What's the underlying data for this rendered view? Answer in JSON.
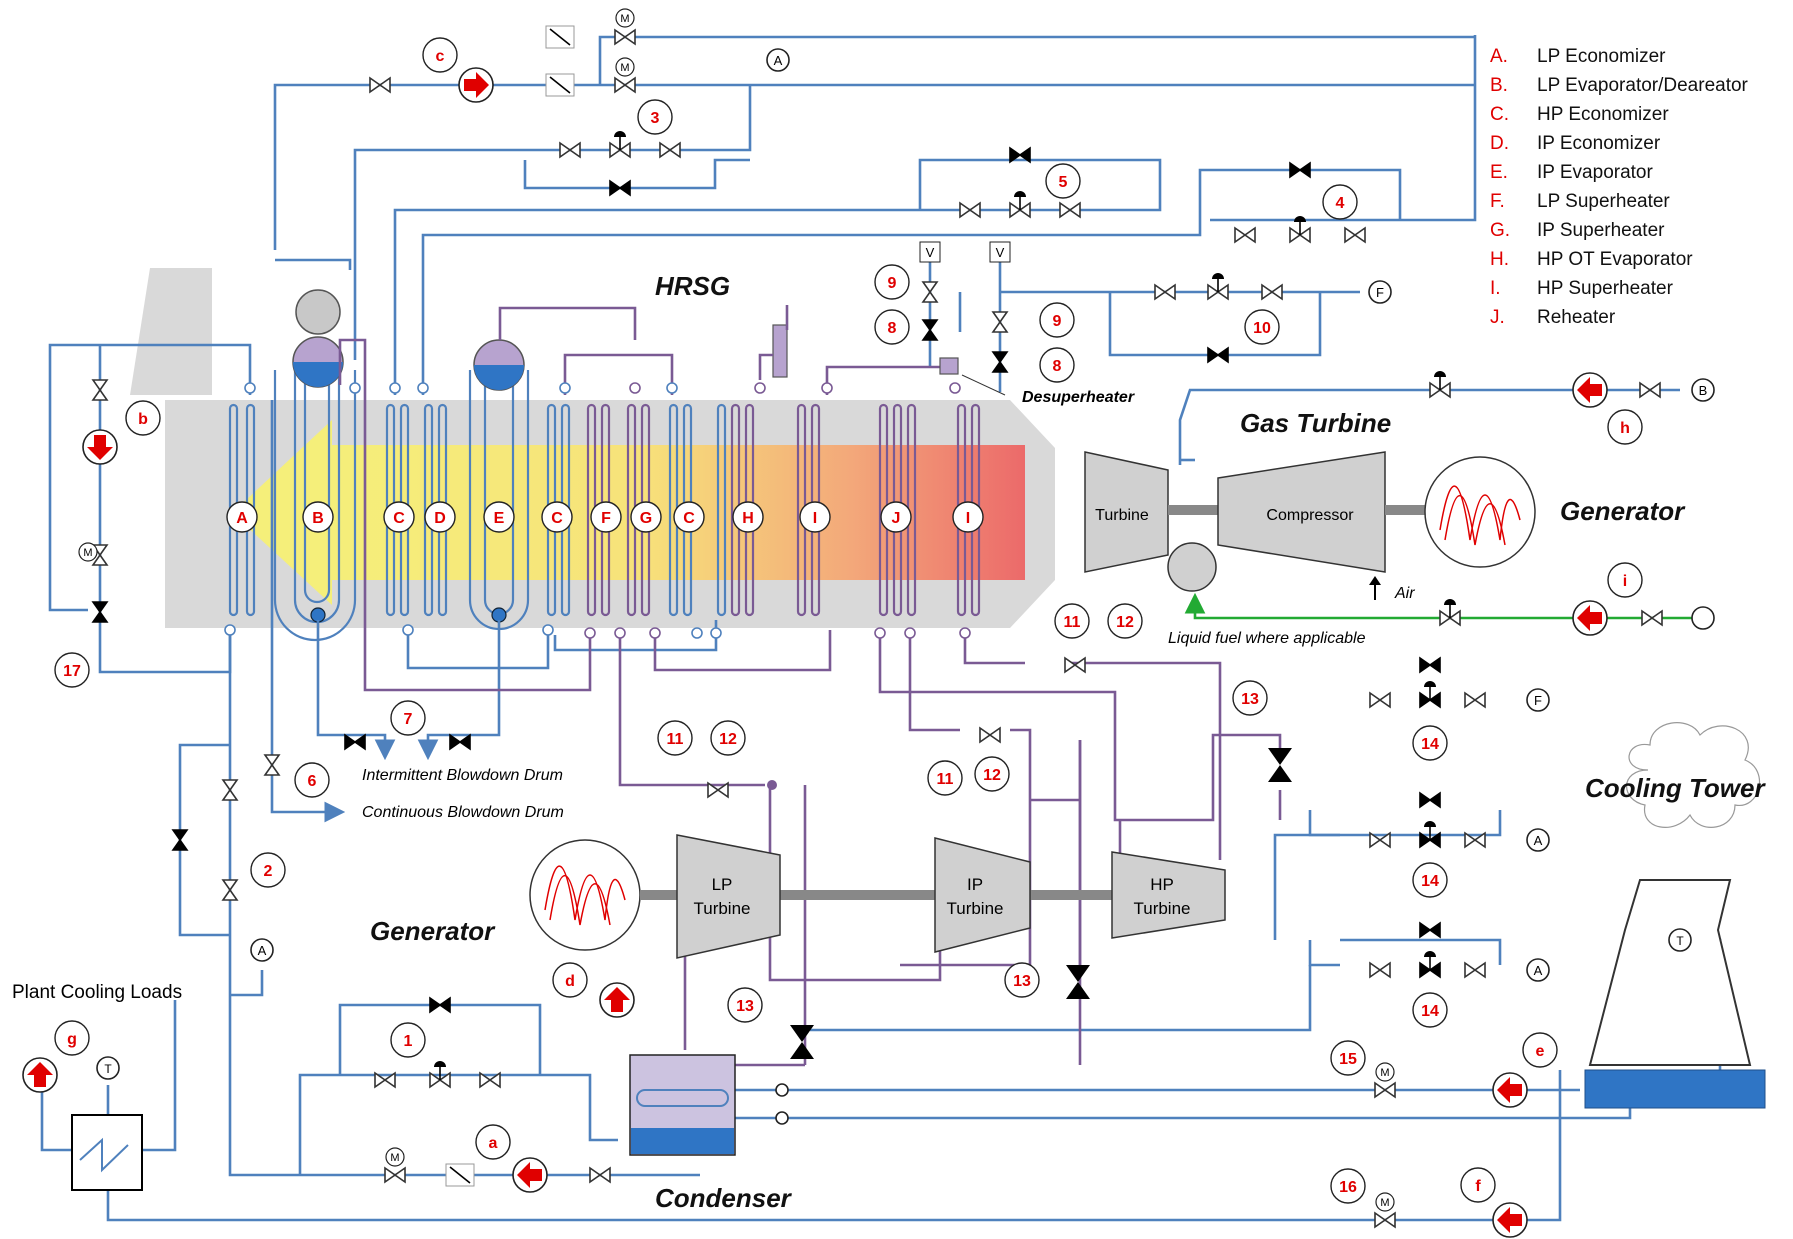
{
  "titles": {
    "hrsg": "HRSG",
    "gas_turbine": "Gas Turbine",
    "generator_gt": "Generator",
    "generator_st": "Generator",
    "cooling_tower": "Cooling Tower",
    "condenser": "Condenser",
    "plant_cooling_loads": "Plant Cooling Loads",
    "desuperheater": "Desuperheater",
    "air": "Air",
    "liquid_fuel": "Liquid fuel where applicable",
    "intermittent_blowdown": "Intermittent Blowdown Drum",
    "continuous_blowdown": "Continuous Blowdown Drum"
  },
  "machines": {
    "gt_turbine": "Turbine",
    "gt_compressor": "Compressor",
    "lp_turbine_1": "LP",
    "lp_turbine_2": "Turbine",
    "ip_turbine_1": "IP",
    "ip_turbine_2": "Turbine",
    "hp_turbine_1": "HP",
    "hp_turbine_2": "Turbine"
  },
  "legend": [
    {
      "key": "A.",
      "label": "LP Economizer"
    },
    {
      "key": "B.",
      "label": "LP Evaporator/Deareator"
    },
    {
      "key": "C.",
      "label": "HP Economizer"
    },
    {
      "key": "D.",
      "label": "IP Economizer"
    },
    {
      "key": "E.",
      "label": "IP Evaporator"
    },
    {
      "key": "F.",
      "label": "LP Superheater"
    },
    {
      "key": "G.",
      "label": "IP Superheater"
    },
    {
      "key": "H.",
      "label": "HP OT Evaporator"
    },
    {
      "key": "I.",
      "label": "HP Superheater"
    },
    {
      "key": "J.",
      "label": "Reheater"
    }
  ],
  "hrsg_sections": [
    "A",
    "B",
    "C",
    "D",
    "E",
    "C",
    "F",
    "G",
    "C",
    "H",
    "I",
    "J",
    "I"
  ],
  "pump_labels": [
    "a",
    "b",
    "c",
    "d",
    "e",
    "f",
    "g",
    "h",
    "i"
  ],
  "valve_numbers": {
    "n1": "1",
    "n2": "2",
    "n3": "3",
    "n4": "4",
    "n5": "5",
    "n6": "6",
    "n7": "7",
    "n8a": "8",
    "n8b": "8",
    "n9a": "9",
    "n9b": "9",
    "n10": "10",
    "n11a": "11",
    "n12a": "12",
    "n11b": "11",
    "n12b": "12",
    "n11c": "11",
    "n12c": "12",
    "n13a": "13",
    "n13b": "13",
    "n13c": "13",
    "n14a": "14",
    "n14b": "14",
    "n14c": "14",
    "n15": "15",
    "n16": "16",
    "n17": "17"
  },
  "connectors": {
    "a_top": "A",
    "a_left": "A",
    "a_r1": "A",
    "a_r2": "A",
    "f_top": "F",
    "f_mid": "F",
    "b_right": "B",
    "v1": "V",
    "v2": "V",
    "t_loads": "T",
    "t_tower": "T",
    "m": "M"
  },
  "colors": {
    "water_pipe": "#4f81bd",
    "steam_pipe": "#7a5a94",
    "fuel_pipe": "#22aa33",
    "label_red": "#e00000",
    "drum_blue": "#2f75c5",
    "machine_gray": "#d0d0d0"
  }
}
